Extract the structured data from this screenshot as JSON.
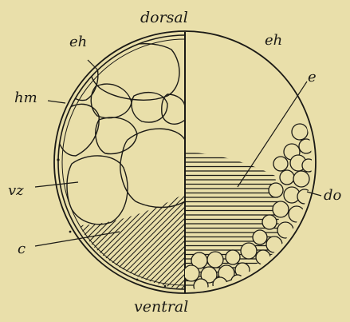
{
  "figure": {
    "background_color": "#e9dfaa",
    "ink_color": "#1b1a16",
    "labels": {
      "top": "dorsal",
      "bottom": "ventral",
      "eh_left": "eh",
      "eh_right": "eh",
      "hm": "hm",
      "vz": "vz",
      "c": "c",
      "e": "e",
      "do": "do"
    }
  }
}
